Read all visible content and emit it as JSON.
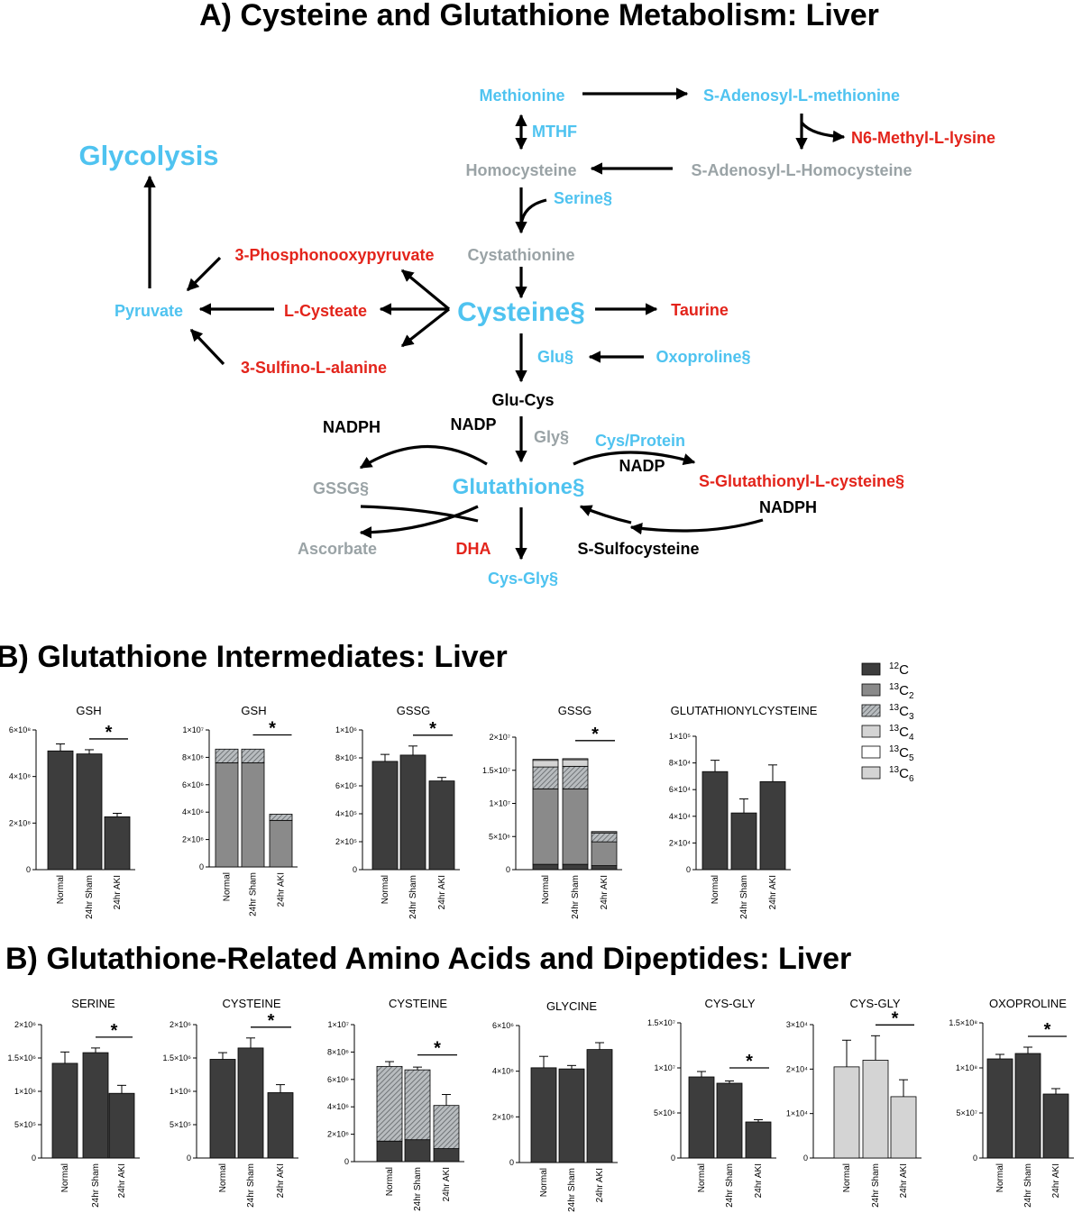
{
  "colors": {
    "blue": "#4fc3f0",
    "red": "#e3241b",
    "gray": "#9aa3a6",
    "black": "#000000",
    "bar_dark": "#3d3d3d",
    "bar_mid": "#8a8a8a",
    "bar_light": "#d4d4d4"
  },
  "titles": {
    "panel_a": "A) Cysteine and Glutathione Metabolism: Liver",
    "panel_b1": "B) Glutathione Intermediates: Liver",
    "panel_b2": "B) Glutathione-Related Amino Acids and Dipeptides: Liver"
  },
  "pathway": {
    "glycolysis": "Glycolysis",
    "methionine": "Methionine",
    "sam": "S-Adenosyl-L-methionine",
    "mthf": "MTHF",
    "n6": "N6-Methyl-L-lysine",
    "homocysteine": "Homocysteine",
    "sah": "S-Adenosyl-L-Homocysteine",
    "serine": "Serine§",
    "cystathionine": "Cystathionine",
    "phosphono": "3-Phosphonooxypyruvate",
    "pyruvate": "Pyruvate",
    "cysteate": "L-Cysteate",
    "cysteine": "Cysteine§",
    "taurine": "Taurine",
    "sulfino": "3-Sulfino-L-alanine",
    "glu": "Glu§",
    "oxoproline": "Oxoproline§",
    "glucys": "Glu-Cys",
    "nadph1": "NADPH",
    "nadp1": "NADP",
    "gly": "Gly§",
    "cysprotein": "Cys/Protein",
    "nadp2": "NADP",
    "gssg": "GSSG§",
    "glutathione": "Glutathione§",
    "sglut": "S-Glutathionyl-L-cysteine§",
    "nadph2": "NADPH",
    "ascorbate": "Ascorbate",
    "dha": "DHA",
    "ssulfo": "S-Sulfocysteine",
    "cysgly": "Cys-Gly§"
  },
  "legend": [
    {
      "base": "12",
      "mid": "C",
      "sub": "",
      "fill": "dark"
    },
    {
      "base": "13",
      "mid": "C",
      "sub": "2",
      "fill": "mid"
    },
    {
      "base": "13",
      "mid": "C",
      "sub": "3",
      "fill": "hatch"
    },
    {
      "base": "13",
      "mid": "C",
      "sub": "4",
      "fill": "light"
    },
    {
      "base": "13",
      "mid": "C",
      "sub": "5",
      "fill": "white"
    },
    {
      "base": "13",
      "mid": "C",
      "sub": "6",
      "fill": "light"
    }
  ],
  "chart_data": [
    {
      "type": "bar",
      "title": "GSH",
      "categories": [
        "Normal",
        "24hr Sham",
        "24hr AKI"
      ],
      "ylim": [
        0,
        600000000.0
      ],
      "yticks": [
        0,
        200000000.0,
        400000000.0,
        600000000.0
      ],
      "ytick_labels": [
        "0",
        "2×10⁸",
        "4×10⁸",
        "6×10⁸"
      ],
      "series": [
        {
          "fill": "dark",
          "values": [
            510000000.0,
            497000000.0,
            227000000.0
          ],
          "errors": [
            30000000.0,
            18000000.0,
            15000000.0
          ]
        }
      ],
      "sig": [
        1,
        2
      ]
    },
    {
      "type": "bar",
      "title": "GSH",
      "categories": [
        "Normal",
        "24hr Sham",
        "24hr AKI"
      ],
      "ylim": [
        0,
        10000000.0
      ],
      "yticks": [
        0,
        2000000.0,
        4000000.0,
        6000000.0,
        8000000.0,
        10000000.0
      ],
      "ytick_labels": [
        "0",
        "2×10⁶",
        "4×10⁶",
        "6×10⁶",
        "8×10⁶",
        "1×10⁷"
      ],
      "series": [
        {
          "fill": "mid",
          "values": [
            7600000.0,
            7600000.0,
            3400000.0
          ],
          "errors": [
            250000.0,
            250000.0,
            100000.0
          ]
        },
        {
          "fill": "hatch",
          "values": [
            1000000.0,
            1000000.0,
            450000.0
          ],
          "errors": [
            0,
            0,
            0
          ]
        }
      ],
      "sig": [
        1,
        2
      ]
    },
    {
      "type": "bar",
      "title": "GSSG",
      "categories": [
        "Normal",
        "24hr Sham",
        "24hr AKI"
      ],
      "ylim": [
        0,
        1000000.0
      ],
      "yticks": [
        0,
        200000.0,
        400000.0,
        600000.0,
        800000.0,
        1000000.0
      ],
      "ytick_labels": [
        "0",
        "2×10⁵",
        "4×10⁵",
        "6×10⁵",
        "8×10⁵",
        "1×10⁶"
      ],
      "series": [
        {
          "fill": "dark",
          "values": [
            775000.0,
            820000.0,
            635000.0
          ],
          "errors": [
            50000.0,
            65000.0,
            25000.0
          ]
        }
      ],
      "sig": [
        1,
        2
      ]
    },
    {
      "type": "bar",
      "title": "GSSG",
      "categories": [
        "Normal",
        "24hr Sham",
        "24hr AKI"
      ],
      "ylim": [
        0,
        20000000.0
      ],
      "yticks": [
        0,
        5000000.0,
        10000000.0,
        15000000.0,
        20000000.0
      ],
      "ytick_labels": [
        "0",
        "5×10⁶",
        "1×10⁷",
        "1.5×10⁷",
        "2×10⁷"
      ],
      "series": [
        {
          "fill": "dark",
          "values": [
            800000.0,
            800000.0,
            600000.0
          ],
          "errors": [
            0,
            0,
            0
          ]
        },
        {
          "fill": "mid",
          "values": [
            11400000.0,
            11400000.0,
            3600000.0
          ],
          "errors": [
            800000.0,
            800000.0,
            300000.0
          ]
        },
        {
          "fill": "hatch",
          "values": [
            3300000.0,
            3400000.0,
            1300000.0
          ],
          "errors": [
            300000.0,
            300000.0,
            100000.0
          ]
        },
        {
          "fill": "light",
          "values": [
            1000000.0,
            1000000.0,
            200000.0
          ],
          "errors": [
            0,
            0,
            0
          ]
        },
        {
          "fill": "white",
          "values": [
            150000.0,
            150000.0,
            50000.0
          ],
          "errors": [
            0,
            0,
            0
          ]
        }
      ],
      "sig": [
        1,
        2
      ]
    },
    {
      "type": "bar",
      "title": "GLUTATHIONYLCYSTEINE",
      "categories": [
        "Normal",
        "24hr Sham",
        "24hr AKI"
      ],
      "ylim": [
        0,
        100000.0
      ],
      "yticks": [
        0,
        20000.0,
        40000.0,
        60000.0,
        80000.0,
        100000.0
      ],
      "ytick_labels": [
        "0",
        "2×10⁴",
        "4×10⁴",
        "6×10⁴",
        "8×10⁴",
        "1×10⁵"
      ],
      "series": [
        {
          "fill": "dark",
          "values": [
            73500.0,
            42500.0,
            66000.0
          ],
          "errors": [
            8500.0,
            10500.0,
            12500.0
          ]
        }
      ],
      "sig": null
    },
    {
      "type": "bar",
      "title": "SERINE",
      "categories": [
        "Normal",
        "24hr Sham",
        "24hr AKI"
      ],
      "ylim": [
        0,
        2000000.0
      ],
      "yticks": [
        0,
        500000.0,
        1000000.0,
        1500000.0,
        2000000.0
      ],
      "ytick_labels": [
        "0",
        "5×10⁵",
        "1×10⁶",
        "1.5×10⁶",
        "2×10⁶"
      ],
      "series": [
        {
          "fill": "dark",
          "values": [
            1420000.0,
            1580000.0,
            970000.0
          ],
          "errors": [
            170000.0,
            70000.0,
            120000.0
          ]
        }
      ],
      "sig": [
        1,
        2
      ]
    },
    {
      "type": "bar",
      "title": "CYSTEINE",
      "categories": [
        "Normal",
        "24hr Sham",
        "24hr AKI"
      ],
      "ylim": [
        0,
        2000000.0
      ],
      "yticks": [
        0,
        500000.0,
        1000000.0,
        1500000.0,
        2000000.0
      ],
      "ytick_labels": [
        "0",
        "5×10⁵",
        "1×10⁶",
        "1.5×10⁶",
        "2×10⁶"
      ],
      "series": [
        {
          "fill": "dark",
          "values": [
            1480000.0,
            1650000.0,
            980000.0
          ],
          "errors": [
            100000.0,
            150000.0,
            120000.0
          ]
        }
      ],
      "sig": [
        1,
        2
      ]
    },
    {
      "type": "bar",
      "title": "CYSTEINE",
      "categories": [
        "Normal",
        "24hr Sham",
        "24hr AKI"
      ],
      "ylim": [
        0,
        10000000.0
      ],
      "yticks": [
        0,
        2000000.0,
        4000000.0,
        6000000.0,
        8000000.0,
        10000000.0
      ],
      "ytick_labels": [
        "0",
        "2×10⁶",
        "4×10⁶",
        "6×10⁶",
        "8×10⁶",
        "1×10⁷"
      ],
      "series": [
        {
          "fill": "dark",
          "values": [
            1500000.0,
            1600000.0,
            950000.0
          ],
          "errors": [
            100000.0,
            100000.0,
            80000.0
          ]
        },
        {
          "fill": "hatch",
          "values": [
            5450000.0,
            5100000.0,
            3150000.0
          ],
          "errors": [
            350000.0,
            200000.0,
            800000.0
          ]
        }
      ],
      "sig": [
        1,
        2
      ]
    },
    {
      "type": "bar",
      "title": "GLYCINE",
      "categories": [
        "Normal",
        "24hr Sham",
        "24hr AKI"
      ],
      "ylim": [
        0,
        6000000.0
      ],
      "yticks": [
        0,
        2000000.0,
        4000000.0,
        6000000.0
      ],
      "ytick_labels": [
        "0",
        "2×10⁶",
        "4×10⁶",
        "6×10⁶"
      ],
      "series": [
        {
          "fill": "dark",
          "values": [
            4150000.0,
            4100000.0,
            4950000.0
          ],
          "errors": [
            500000.0,
            150000.0,
            300000.0
          ]
        }
      ],
      "sig": null
    },
    {
      "type": "bar",
      "title": "CYS-GLY",
      "categories": [
        "Normal",
        "24hr Sham",
        "24hr AKI"
      ],
      "ylim": [
        0,
        15000000.0
      ],
      "yticks": [
        0,
        5000000.0,
        10000000.0,
        15000000.0
      ],
      "ytick_labels": [
        "0",
        "5×10⁶",
        "1×10⁷",
        "1.5×10⁷"
      ],
      "series": [
        {
          "fill": "dark",
          "values": [
            9000000.0,
            8300000.0,
            4000000.0
          ],
          "errors": [
            600000.0,
            250000.0,
            250000.0
          ]
        }
      ],
      "sig": [
        1,
        2
      ]
    },
    {
      "type": "bar",
      "title": "CYS-GLY",
      "categories": [
        "Normal",
        "24hr Sham",
        "24hr AKI"
      ],
      "ylim": [
        0,
        30000.0
      ],
      "yticks": [
        0,
        10000.0,
        20000.0,
        30000.0
      ],
      "ytick_labels": [
        "0",
        "1×10⁴",
        "2×10⁴",
        "3×10⁴"
      ],
      "series": [
        {
          "fill": "light",
          "values": [
            20500.0,
            22000.0,
            13800.0
          ],
          "errors": [
            6000.0,
            5500.0,
            3800.0
          ]
        }
      ],
      "sig": [
        1,
        2
      ]
    },
    {
      "type": "bar",
      "title": "OXOPROLINE",
      "categories": [
        "Normal",
        "24hr Sham",
        "24hr AKI"
      ],
      "ylim": [
        0,
        150000000.0
      ],
      "yticks": [
        0,
        50000000.0,
        100000000.0,
        150000000.0
      ],
      "ytick_labels": [
        "0",
        "5×10⁷",
        "1×10⁸",
        "1.5×10⁸"
      ],
      "series": [
        {
          "fill": "dark",
          "values": [
            110000000.0,
            116000000.0,
            71000000.0
          ],
          "errors": [
            5000000.0,
            7000000.0,
            6000000.0
          ]
        }
      ],
      "sig": [
        1,
        2
      ]
    }
  ]
}
